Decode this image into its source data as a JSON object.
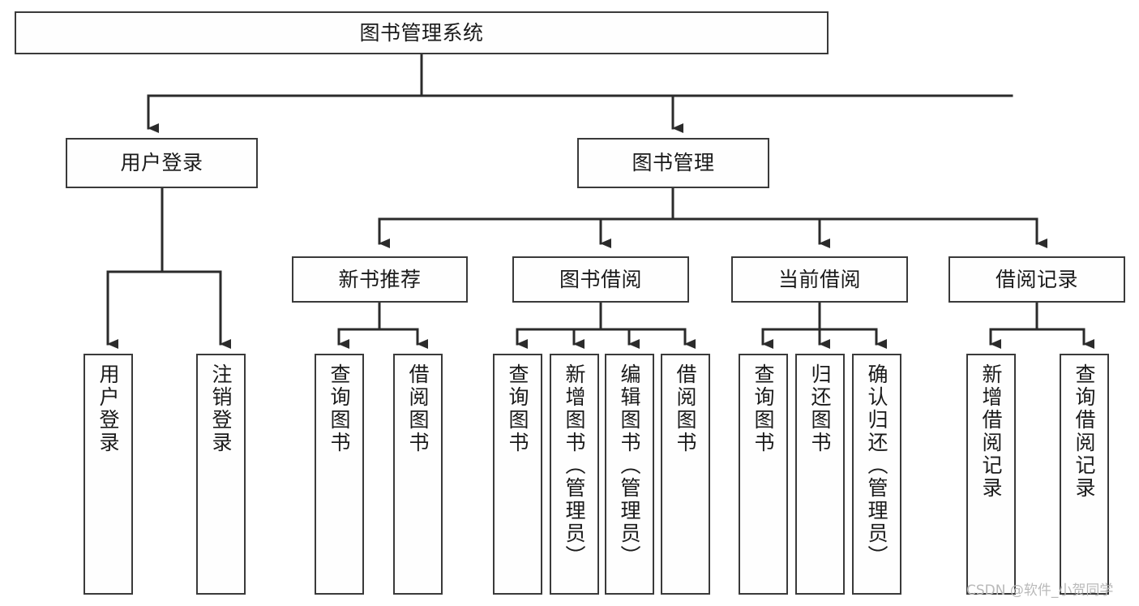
{
  "diagram": {
    "title": "图书管理系统",
    "type": "tree-hierarchy",
    "orientation": "top-down",
    "root": {
      "label": "图书管理系统",
      "children": [
        {
          "label": "用户登录",
          "children": [
            {
              "label": "用户登录"
            },
            {
              "label": "注销登录"
            }
          ]
        },
        {
          "label": "图书管理",
          "children": [
            {
              "label": "新书推荐",
              "children": [
                {
                  "label": "查询图书"
                },
                {
                  "label": "借阅图书"
                }
              ]
            },
            {
              "label": "图书借阅",
              "children": [
                {
                  "label": "查询图书"
                },
                {
                  "label": "新增图书（管理员）"
                },
                {
                  "label": "编辑图书（管理员）"
                },
                {
                  "label": "借阅图书"
                }
              ]
            },
            {
              "label": "当前借阅",
              "children": [
                {
                  "label": "查询图书"
                },
                {
                  "label": "归还图书"
                },
                {
                  "label": "确认归还（管理员）"
                }
              ]
            },
            {
              "label": "借阅记录",
              "children": [
                {
                  "label": "新增借阅记录"
                },
                {
                  "label": "查询借阅记录"
                }
              ]
            }
          ]
        }
      ]
    }
  },
  "nodes": {
    "root": "图书管理系统",
    "l2_user_login": "用户登录",
    "l2_book_mgmt": "图书管理",
    "l3_new_book_rec": "新书推荐",
    "l3_book_borrow": "图书借阅",
    "l3_current_borrow": "当前借阅",
    "l3_borrow_record": "借阅记录",
    "leaf_user_login": "用户登录",
    "leaf_logout": "注销登录",
    "leaf_query_book_a": "查询图书",
    "leaf_borrow_book_a": "借阅图书",
    "leaf_query_book_b": "查询图书",
    "leaf_add_book_admin": "新增图书（管理员）",
    "leaf_edit_book_admin": "编辑图书（管理员）",
    "leaf_borrow_book_b": "借阅图书",
    "leaf_query_book_c": "查询图书",
    "leaf_return_book": "归还图书",
    "leaf_confirm_return_admin": "确认归还（管理员）",
    "leaf_add_borrow_record": "新增借阅记录",
    "leaf_query_borrow_record": "查询借阅记录"
  },
  "watermark": {
    "text": "CSDN @软件_小贺同学"
  },
  "colors": {
    "border": "#3a3a3a",
    "edge": "#2b2b2b",
    "node_fill": "#fefefe",
    "text": "#1a1a1a",
    "watermark": "#b9b9b9",
    "background": "#ffffff"
  }
}
